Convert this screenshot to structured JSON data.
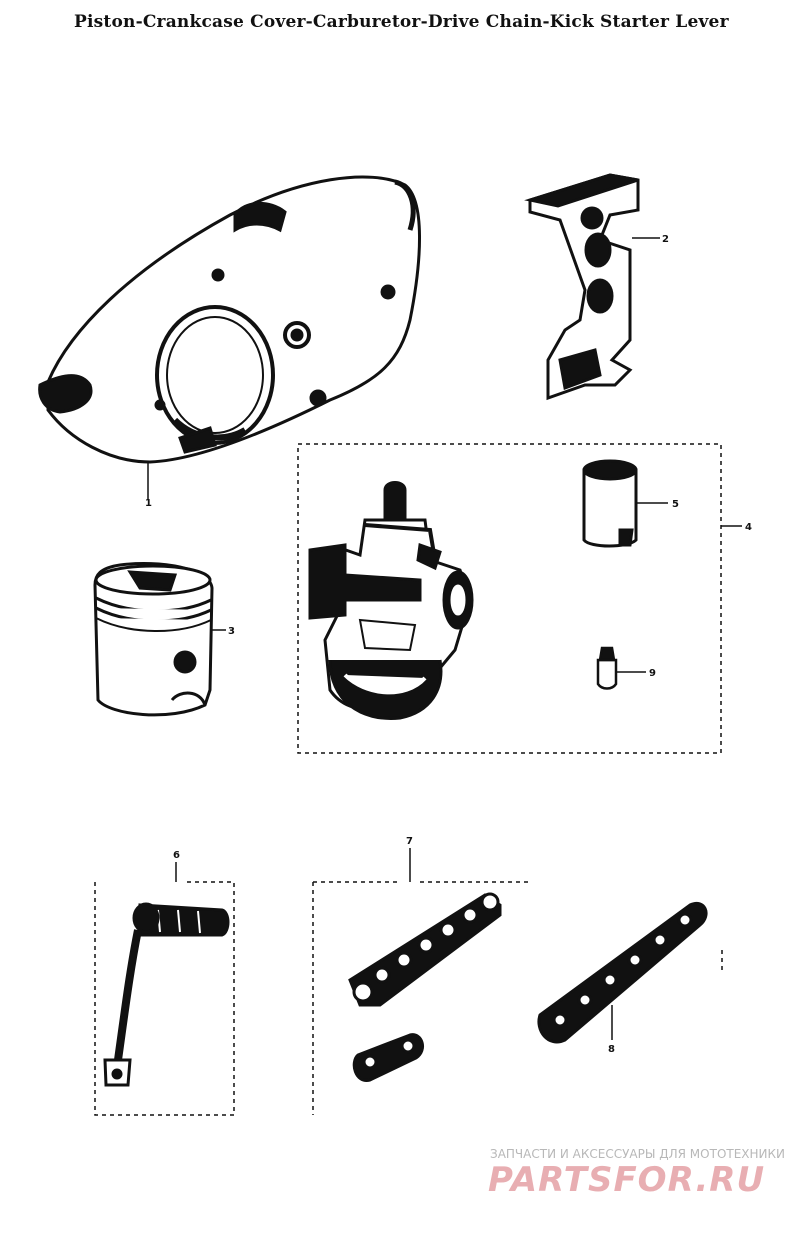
{
  "title": "Piston-Crankcase Cover-Carburetor-Drive Chain-Kick Starter Lever",
  "callouts": {
    "c1": "1",
    "c2": "2",
    "c3": "3",
    "c4": "4",
    "c5": "5",
    "c6": "6",
    "c7": "7",
    "c8": "8",
    "c9": "9"
  },
  "watermark": {
    "caption": "ЗАПЧАСТИ И АКСЕССУАРЫ ДЛЯ МОТОТЕХНИКИ",
    "logo": "PARTSFOR.RU"
  },
  "colors": {
    "ink": "#111111",
    "watermark_logo": "#e8aeb2",
    "watermark_caption": "#b8b8b8"
  }
}
